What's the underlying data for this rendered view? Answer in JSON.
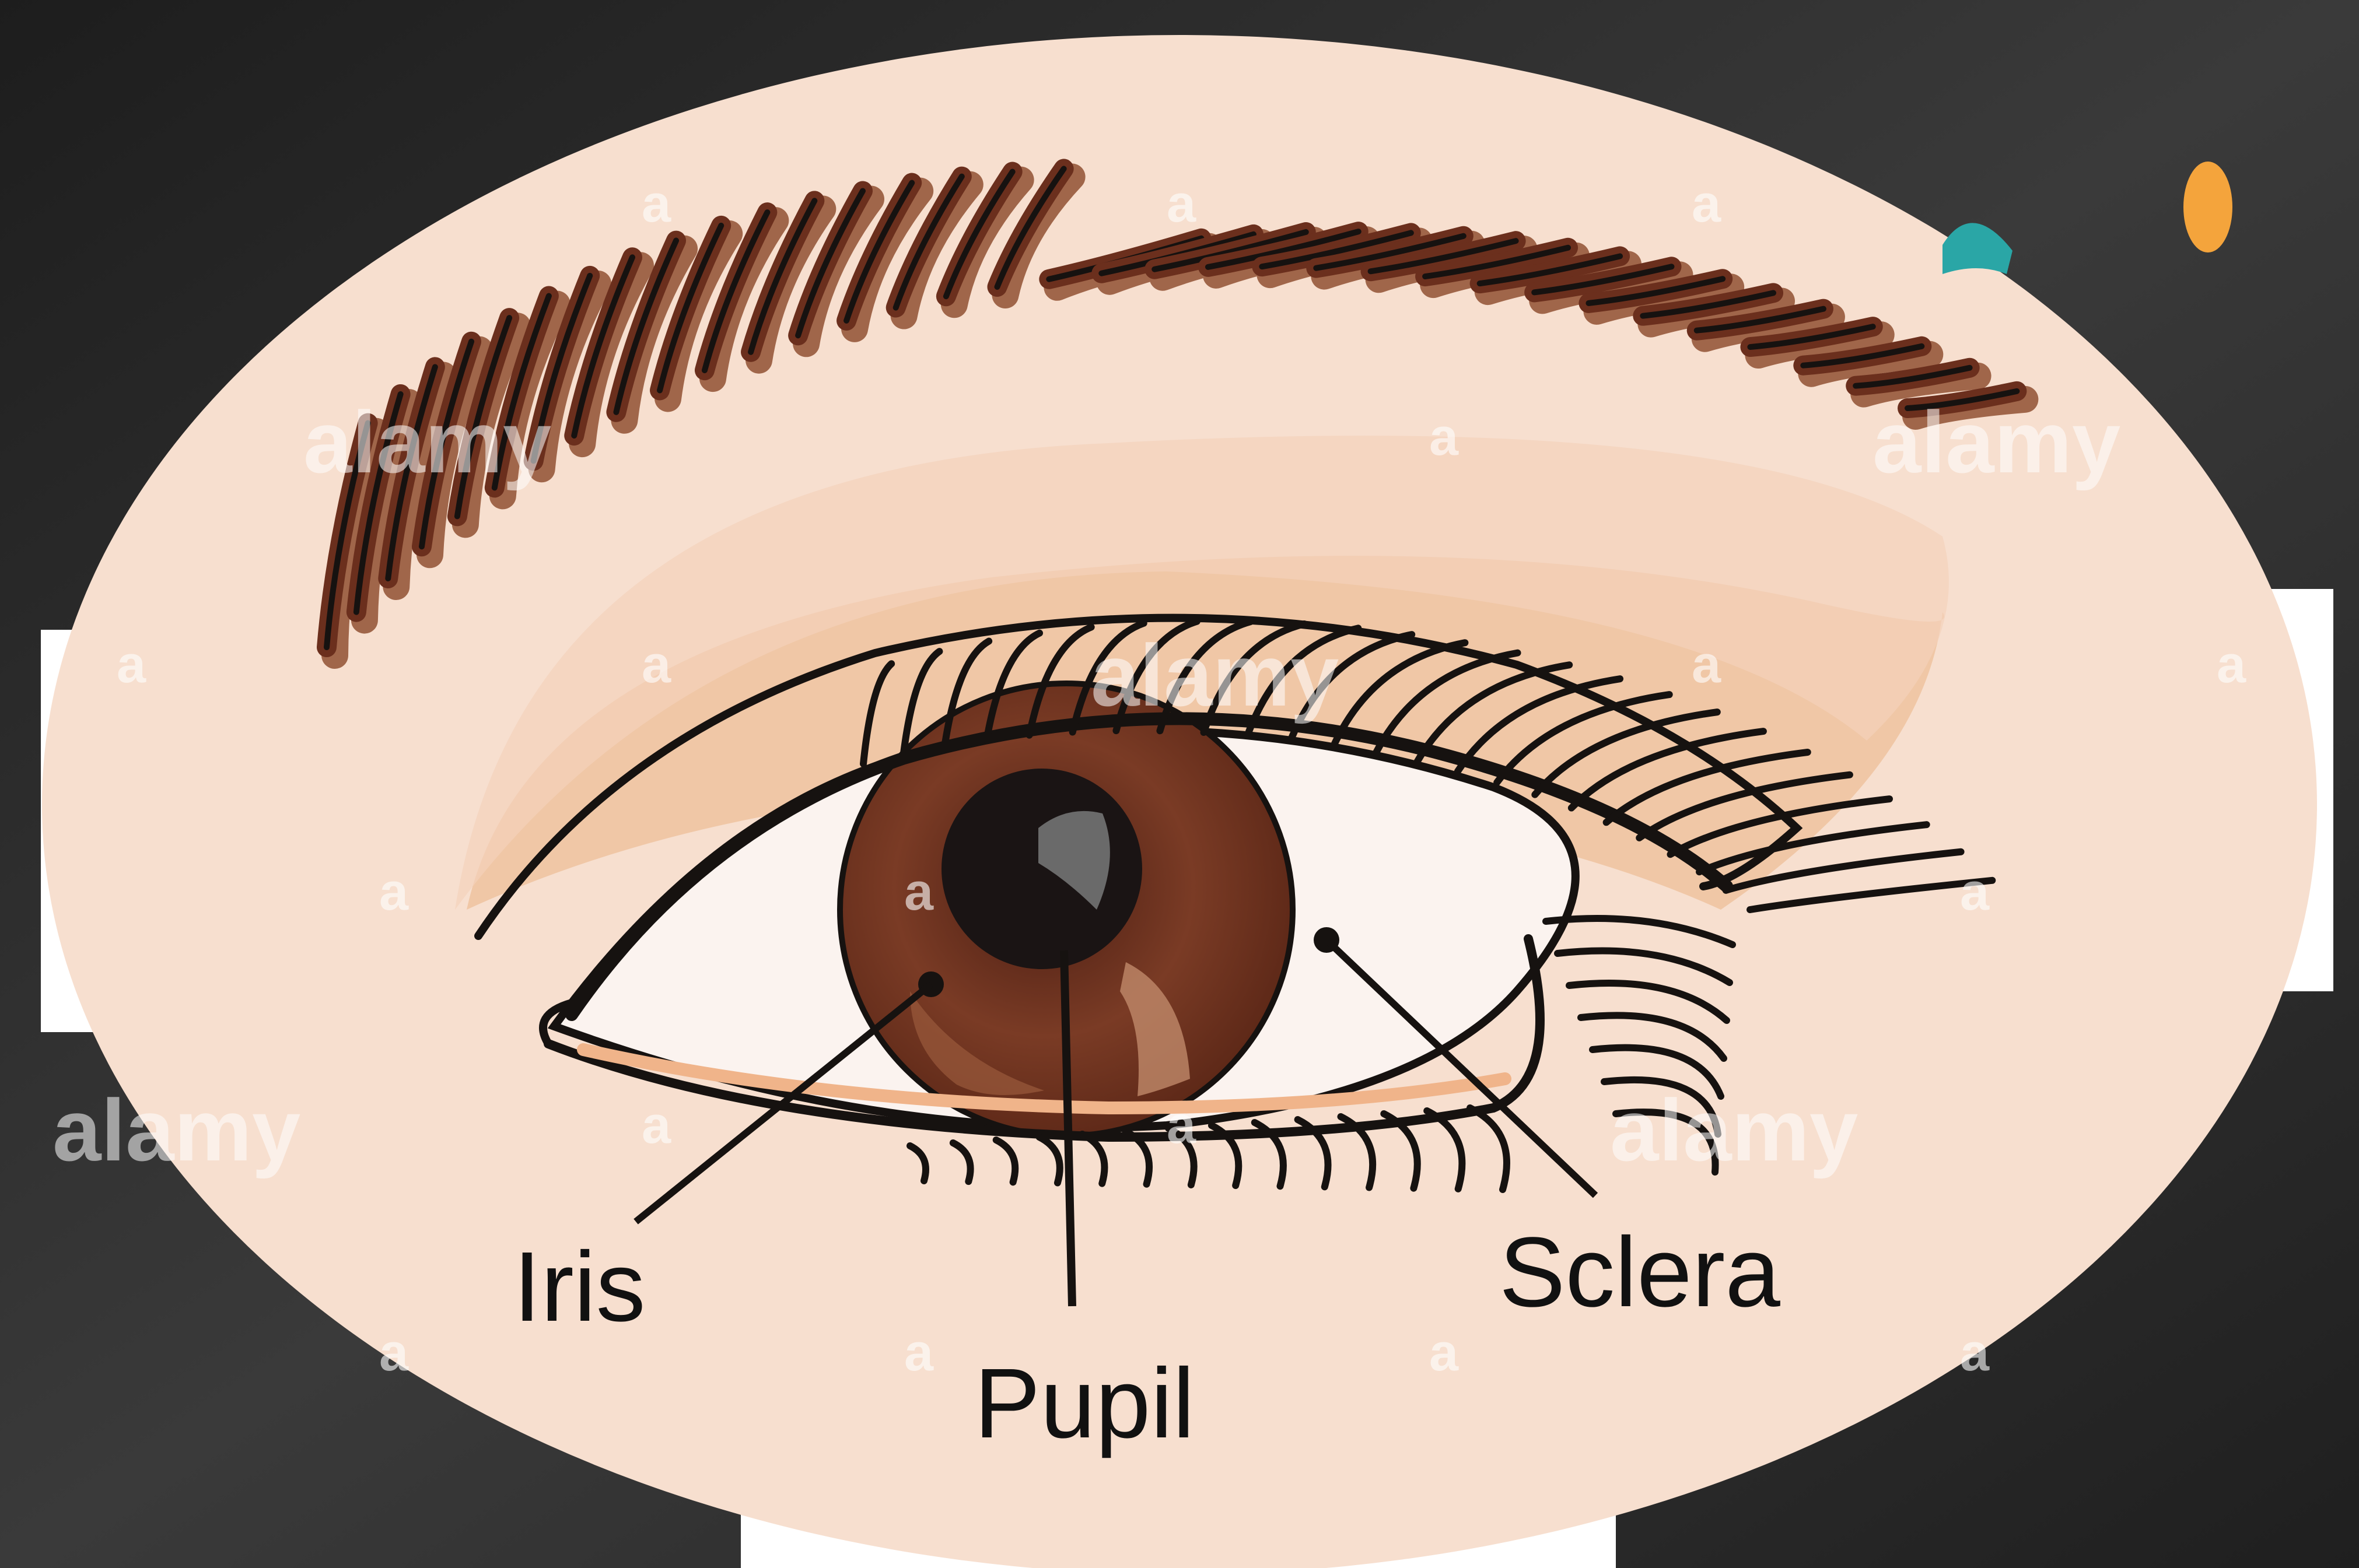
{
  "diagram": {
    "labels": {
      "iris": "Iris",
      "pupil": "Pupil",
      "sclera": "Sclera"
    },
    "watermark": {
      "word": "alamy",
      "mark": "a"
    }
  },
  "colors": {
    "background": "#2b2b2b",
    "skin": "#f7dfcf",
    "eyeshadow": "#f0c7a6",
    "brow_dark": "#6b2f1d",
    "brow_light": "#a0664a",
    "iris": "#7a3b25",
    "pupil": "#1a1414",
    "sclera": "#fbf3ef",
    "outline": "#161210",
    "accent_teal": "#2aa6a6",
    "accent_orange": "#f4a43c"
  }
}
